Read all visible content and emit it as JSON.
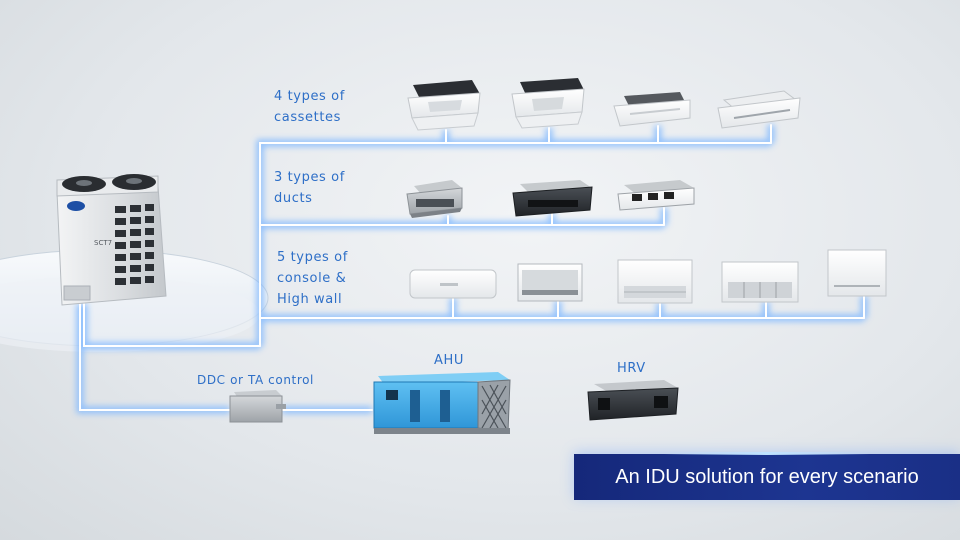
{
  "diagram": {
    "labels": {
      "cassettes": [
        "4 types of",
        "cassettes"
      ],
      "ducts": [
        "3 types of",
        "ducts"
      ],
      "console": [
        "5 types of",
        "console &",
        "High wall"
      ],
      "control": "DDC or TA control",
      "ahu": "AHU",
      "hrv": "HRV"
    },
    "outdoor_unit_logo": "SCT7",
    "banner": "An IDU solution for every scenario",
    "colors": {
      "pipe_glow": "#7fb8ff",
      "pipe_core": "#ffffff",
      "label_text": "#2e6fc7",
      "banner_bg": "#1d3591",
      "ahu_body": "#35a6e8"
    },
    "icons": {
      "outdoor_unit": "vrf-outdoor-unit-icon",
      "cassette": "cassette-unit-icon",
      "duct": "duct-unit-icon",
      "wall": "wall-mounted-unit-icon",
      "console": "console-unit-icon",
      "controller": "control-box-icon",
      "ahu": "air-handling-unit-icon",
      "hrv": "heat-recovery-ventilator-icon"
    }
  }
}
